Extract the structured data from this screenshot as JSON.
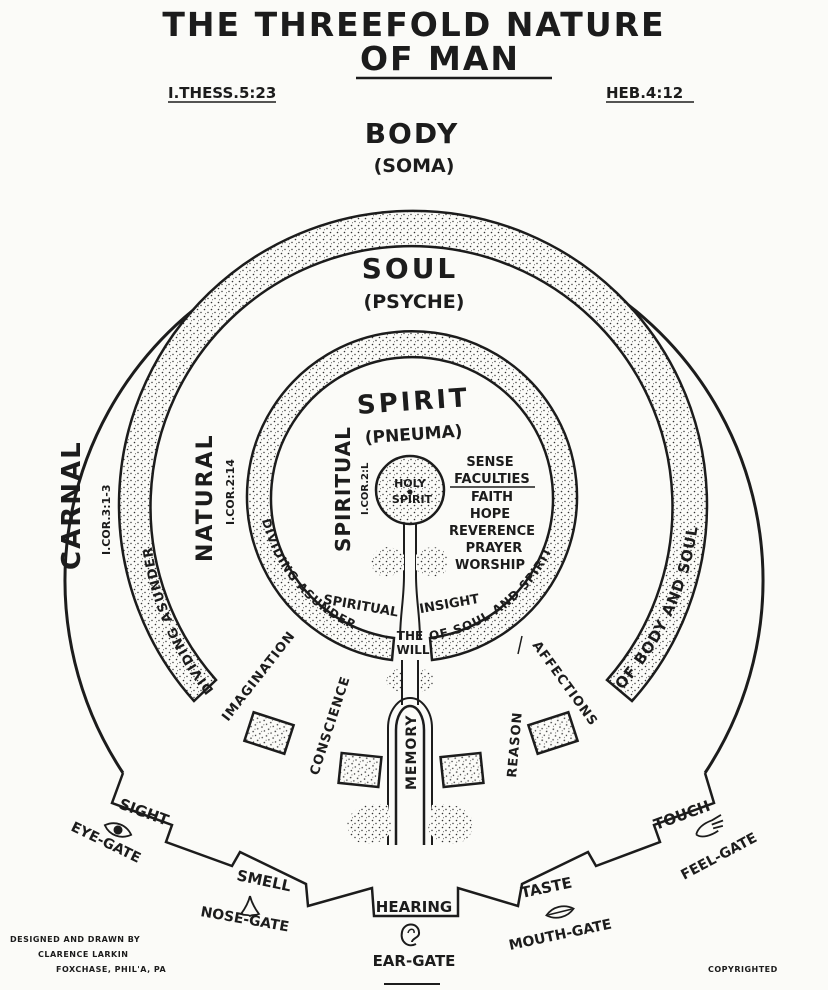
{
  "title": {
    "line1": "THE THREEFOLD NATURE",
    "line2": "OF MAN"
  },
  "references": {
    "left": "I.THESS.5:23",
    "right": "HEB.4:12"
  },
  "body": {
    "label": "BODY",
    "sub": "(SOMA)"
  },
  "soul": {
    "label": "SOUL",
    "sub": "(PSYCHE)"
  },
  "spirit": {
    "label": "SPIRIT",
    "sub": "(PNEUMA)"
  },
  "states": {
    "carnal": "CARNAL",
    "carnal_ref": "I.COR.3:1-3",
    "natural": "NATURAL",
    "natural_ref": "I.COR.2:14",
    "spiritual": "SPIRITUAL",
    "spiritual_ref": "I.COR.2:L"
  },
  "holy_spirit": {
    "line1": "HOLY",
    "line2": "SPIRIT"
  },
  "spirit_faculties": [
    "SENSE",
    "FACULTIES",
    "FAITH",
    "HOPE",
    "REVERENCE",
    "PRAYER",
    "WORSHIP"
  ],
  "spiritual_insight": {
    "left": "SPIRITUAL",
    "right": "INSIGHT"
  },
  "dividing": {
    "outer_left": "DIVIDING ASUNDER",
    "outer_right": "OF BODY AND SOUL",
    "inner_left": "DIVIDING ASUNDER",
    "inner_right": "OF SOUL AND SPIRIT"
  },
  "will": {
    "line1": "THE",
    "line2": "WILL"
  },
  "soul_faculties": {
    "imagination": "IMAGINATION",
    "conscience": "CONSCIENCE",
    "memory": "MEMORY",
    "reason": "REASON",
    "affections": "AFFECTIONS"
  },
  "senses": [
    {
      "sense": "SIGHT",
      "gate": "EYE-GATE",
      "icon": "eye-icon"
    },
    {
      "sense": "SMELL",
      "gate": "NOSE-GATE",
      "icon": "nose-icon"
    },
    {
      "sense": "HEARING",
      "gate": "EAR-GATE",
      "icon": "ear-icon"
    },
    {
      "sense": "TASTE",
      "gate": "MOUTH-GATE",
      "icon": "mouth-icon"
    },
    {
      "sense": "TOUCH",
      "gate": "FEEL-GATE",
      "icon": "hand-icon"
    }
  ],
  "credits": {
    "line1": "DESIGNED AND DRAWN BY",
    "line2": "CLARENCE LARKIN",
    "line3": "FOXCHASE, PHIL'A, PA"
  },
  "copyright": "COPYRIGHTED",
  "colors": {
    "ink": "#1c1c1c",
    "paper": "#fbfbf8"
  }
}
